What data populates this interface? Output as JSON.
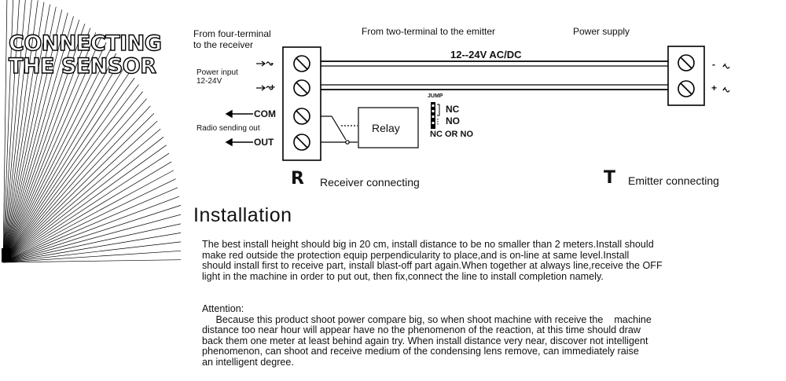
{
  "title": {
    "line1": "CONNECTING",
    "line2": "THE SENSOR"
  },
  "diagram": {
    "label_from_four_terminal": "From four-terminal",
    "label_to_receiver": "to the receiver",
    "label_from_two_terminal": "From two-terminal to the emitter",
    "label_power_supply": "Power supply",
    "label_voltage": "12--24V AC/DC",
    "label_power_input": "Power input",
    "label_power_input_v": "12-24V",
    "label_minus": "-",
    "label_plus": "+",
    "label_com": "COM",
    "label_radio_out": "Radio sending out",
    "label_out": "OUT",
    "label_relay": "Relay",
    "label_jump": "JUMP",
    "label_nc": "NC",
    "label_no": "NO",
    "label_nc_or_no": "NC OR NO",
    "receiver_letter": "R",
    "receiver_label": "Receiver connecting",
    "emitter_letter": "T",
    "emitter_label": "Emitter connecting"
  },
  "installation": {
    "heading": "Installation",
    "paragraph_lines": [
      "The best install height should big in 20 cm, install distance to be no smaller than 2 meters.Install should",
      "make red outside the protection equip perpendicularity to place,and is on-line at same level.Install",
      "should install first to receive part, install blast-off part again.When together at always line,receive the OFF",
      "light in the machine in order   to put out, then fix,connect the line to install completion namely."
    ],
    "attention_title": "Attention:",
    "attention_lines": [
      "     Because this product shoot power compare big, so when shoot machine with receive the    machine",
      "distance too near hour will appear have no the phenomenon of the reaction,   at this   time should draw",
      "back them one meter at least behind again try.   When install distance very near, discover not intelligent",
      "phenomenon, can shoot and   receive medium of the condensing lens remove, can immediately raise",
      "an intelligent degree."
    ]
  }
}
